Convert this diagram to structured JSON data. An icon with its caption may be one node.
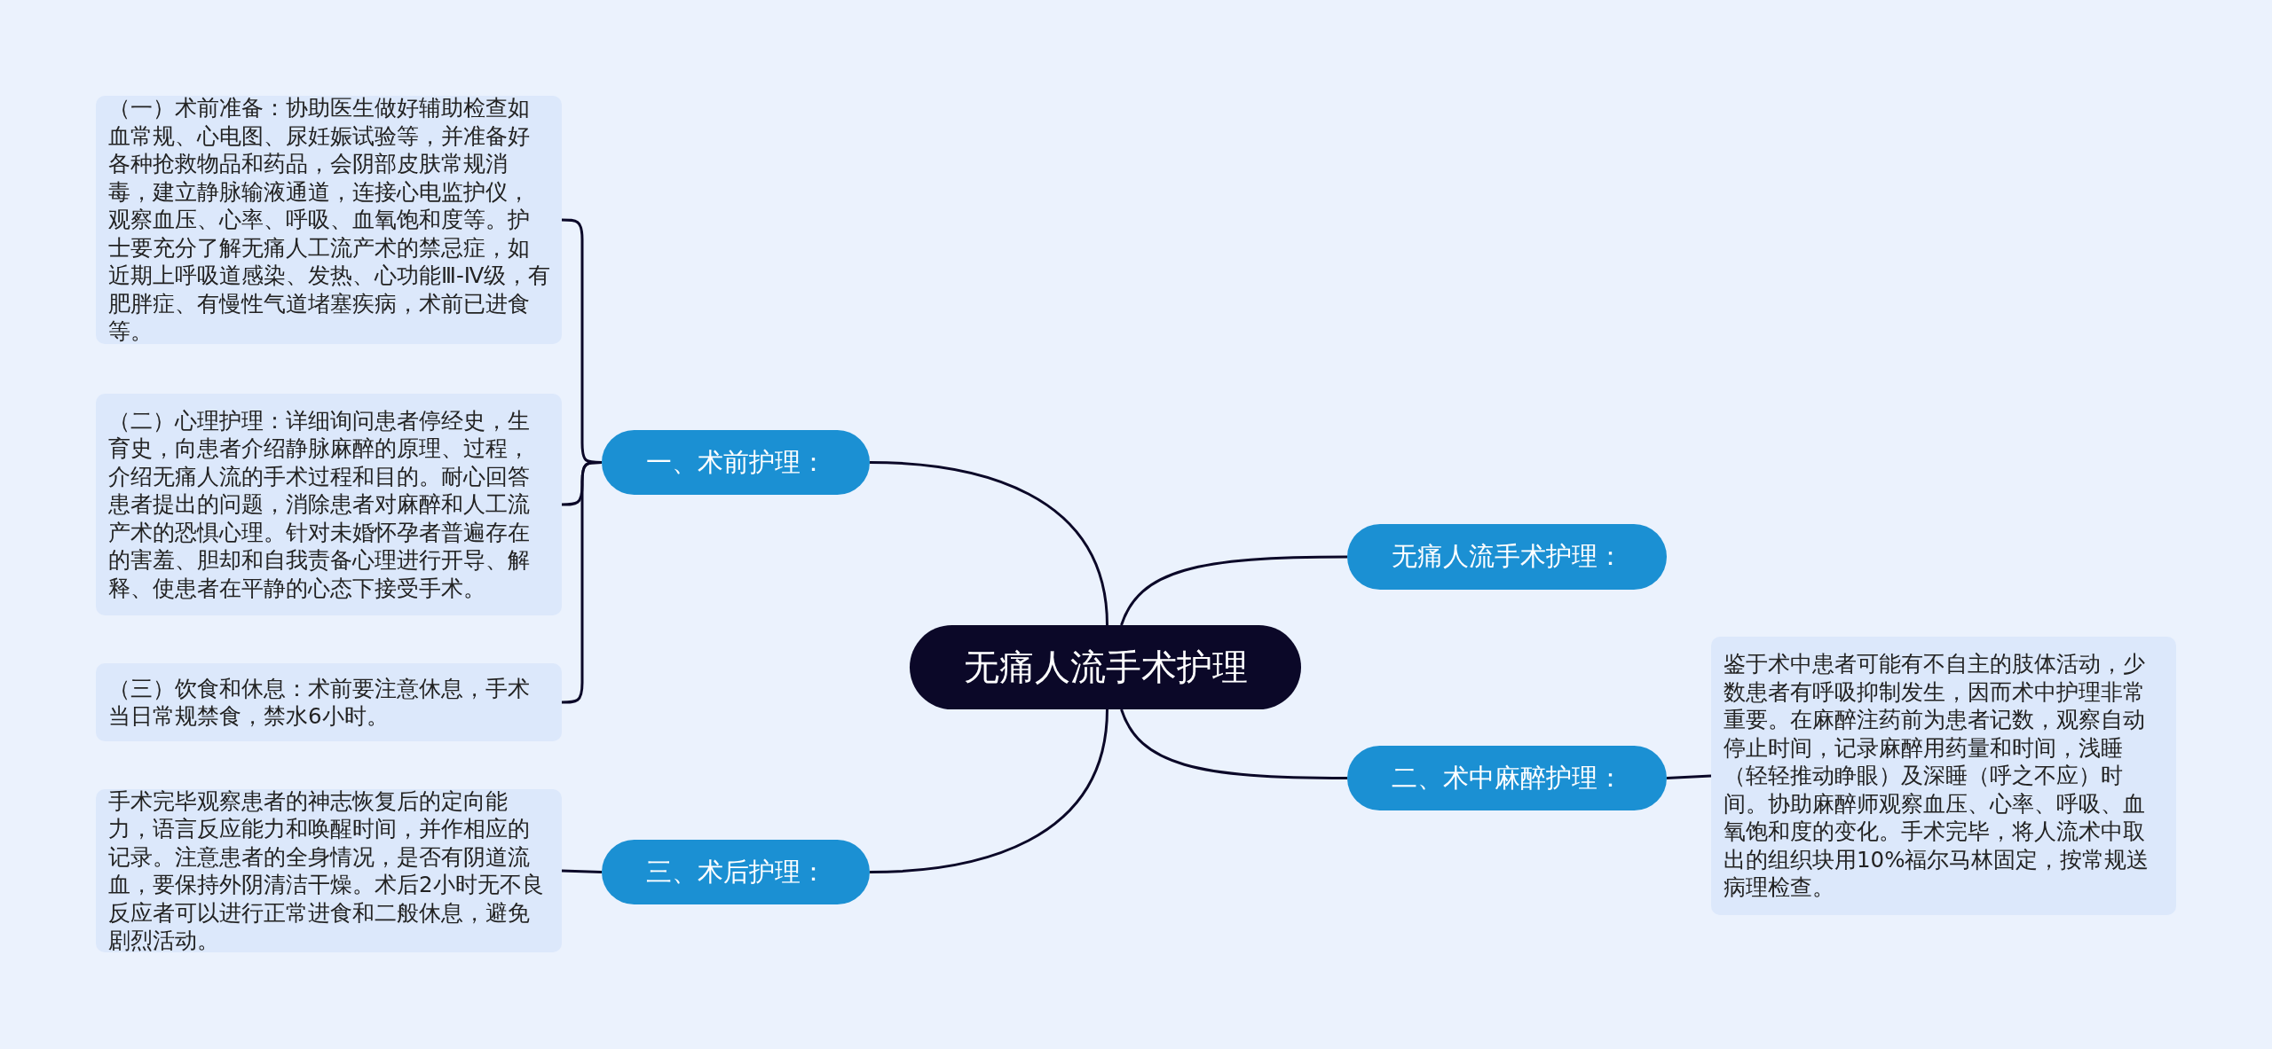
{
  "diagram": {
    "nodes": [
      {
        "text": [
          "无痛人流手术护理"
        ]
      },
      {
        "text": [
          "一、术前护理："
        ]
      },
      {
        "text": [
          "（一）术前准备：协助医生做好辅助检查如血常规、心电图、尿妊娠试验等，并准备好各种抢救物品和药品，会阴部皮肤常规消毒，建立静脉输液通道，连接心电监护仪，观察血压、心率、呼吸、血氧饱和度等。护士要充分了解无痛人工流产术的禁忌症，如近期上呼吸道感染、发热、心功能Ⅲ-Ⅳ级，有肥胖症、有慢性气道堵塞疾病，术前已进食等。"
        ]
      },
      {
        "text": [
          "（二）心理护理：详细询问患者停经史，生育史，向患者介绍静脉麻醉的原理、过程，介绍无痛人流的手术过程和目的。耐心回答患者提出的问题，消除患者对麻醉和人工流产术的恐惧心理。针对未婚怀孕者普遍存在的害羞、胆却和自我责备心理进行开导、解释、使患者在平静的心态下接受手术。"
        ]
      },
      {
        "text": [
          "（三）饮食和休息：术前要注意休息，手术当日常规禁食，禁水6小时。"
        ]
      },
      {
        "text": [
          "无痛人流手术护理："
        ]
      },
      {
        "text": [
          "二、术中麻醉护理："
        ]
      },
      {
        "text": [
          "鉴于术中患者可能有不自主的肢体活动，少数患者有呼吸抑制发生，因而术中护理非常重要。在麻醉注药前为患者记数，观察自动停止时间，记录麻醉用药量和时间，浅睡（轻轻推动睁眼）及深睡（呼之不应）时间。协助麻醉师观察血压、心率、呼吸、血氧饱和度的变化。手术完毕，将人流术中取出的组织块用10%福尔马林固定，按常规送病理检查。"
        ]
      },
      {
        "text": [
          "三、术后护理："
        ]
      },
      {
        "text": [
          "手术完毕观察患者的神志恢复后的定向能力，语言反应能力和唤醒时间，并作相应的记录。注意患者的全身情况，是否有阴道流血，要保持外阴清洁干燥。术后2小时无不良反应者可以进行正常进食和二般休息，避免剧烈活动。"
        ]
      }
    ],
    "edges": [
      {
        "from": 0,
        "to": 1,
        "arrow": "none"
      },
      {
        "from": 1,
        "to": 2,
        "arrow": "none"
      },
      {
        "from": 1,
        "to": 3,
        "arrow": "none"
      },
      {
        "from": 1,
        "to": 4,
        "arrow": "none"
      },
      {
        "from": 0,
        "to": 5,
        "arrow": "none"
      },
      {
        "from": 0,
        "to": 6,
        "arrow": "none"
      },
      {
        "from": 6,
        "to": 7,
        "arrow": "none"
      },
      {
        "from": 0,
        "to": 8,
        "arrow": "none"
      },
      {
        "from": 8,
        "to": 9,
        "arrow": "none"
      }
    ]
  }
}
